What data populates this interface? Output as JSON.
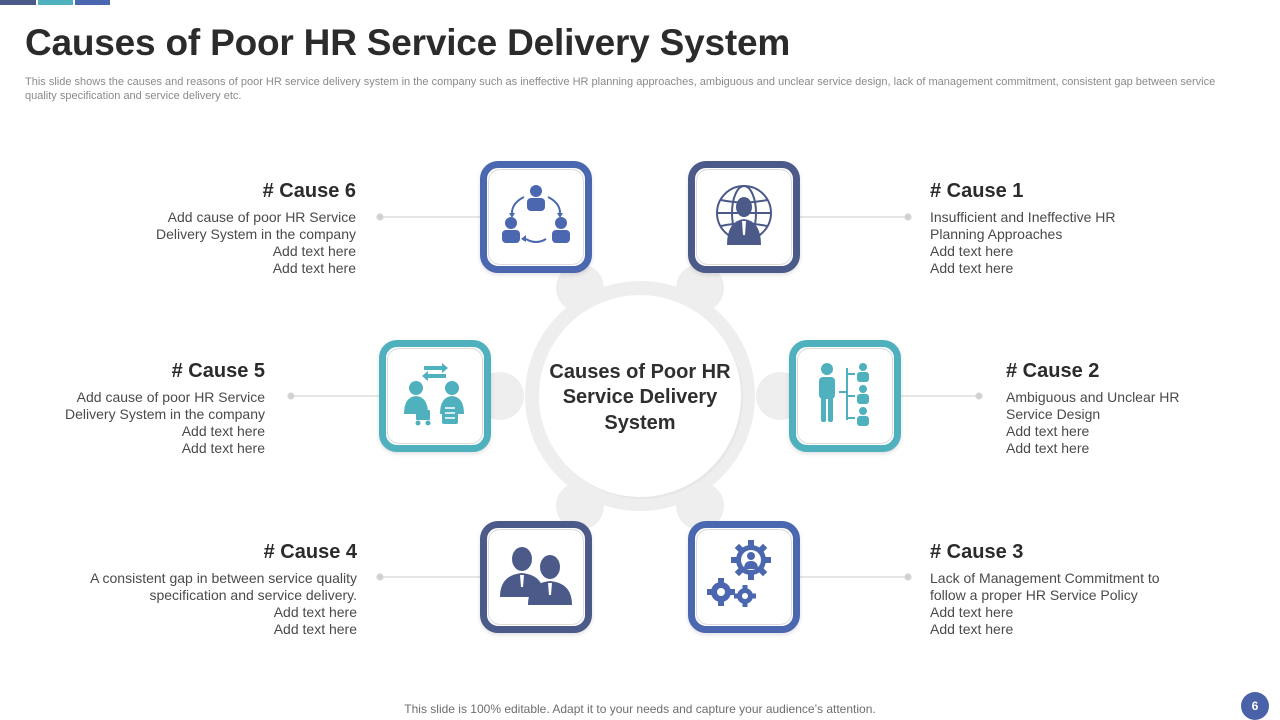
{
  "header": {
    "title": "Causes of Poor HR Service Delivery System",
    "subtitle": "This slide shows the causes and reasons of poor HR service delivery system in the company such as ineffective HR planning approaches, ambiguous and unclear service design, lack of management commitment, consistent gap between service quality specification and service delivery etc."
  },
  "center": {
    "label": "Causes of Poor HR Service Delivery System"
  },
  "colors": {
    "navy": "#4b5a88",
    "blue": "#4a67b0",
    "teal": "#4fb0be",
    "gray_ring": "#eeeeee",
    "page_badge": "#4a62a8"
  },
  "causes": [
    {
      "heading": "# Cause 1",
      "lines": [
        "Insufficient and Ineffective HR",
        "Planning Approaches",
        "Add text here",
        "Add text here"
      ],
      "icon": "globe-person-icon"
    },
    {
      "heading": "# Cause 2",
      "lines": [
        "Ambiguous and Unclear HR",
        "Service Design",
        "Add text here",
        "Add text here"
      ],
      "icon": "org-hierarchy-icon"
    },
    {
      "heading": "# Cause 3",
      "lines": [
        "Lack of Management Commitment to",
        "follow a proper HR Service Policy",
        "Add text here",
        "Add text here"
      ],
      "icon": "gears-person-icon"
    },
    {
      "heading": "# Cause 4",
      "lines": [
        "A consistent gap in between service quality",
        "specification and service delivery.",
        "Add text here",
        "Add text here"
      ],
      "icon": "two-businessmen-icon"
    },
    {
      "heading": "# Cause 5",
      "lines": [
        "Add cause of poor HR Service",
        "Delivery System in the company",
        "Add text here",
        "Add text here"
      ],
      "icon": "exchange-people-icon"
    },
    {
      "heading": "# Cause 6",
      "lines": [
        "Add cause of poor HR Service",
        "Delivery System in the company",
        "Add text here",
        "Add text here"
      ],
      "icon": "team-cycle-icon"
    }
  ],
  "footer": {
    "note": "This slide is 100% editable. Adapt it to your needs and capture your audience’s attention.",
    "page_number": "6"
  }
}
